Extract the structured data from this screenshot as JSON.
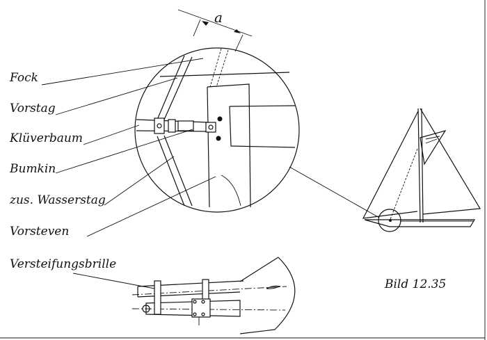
{
  "labels": {
    "fock": "Fock",
    "vorstag": "Vorstag",
    "kluverbaum": "Klüverbaum",
    "bumkin": "Bumkin",
    "wasserstag": "zus. Wasserstag",
    "vorsteven": "Vorsteven",
    "versteifungsbrille": "Versteifungsbrille"
  },
  "dimension_label": "a",
  "caption": "Bild 12.35"
}
